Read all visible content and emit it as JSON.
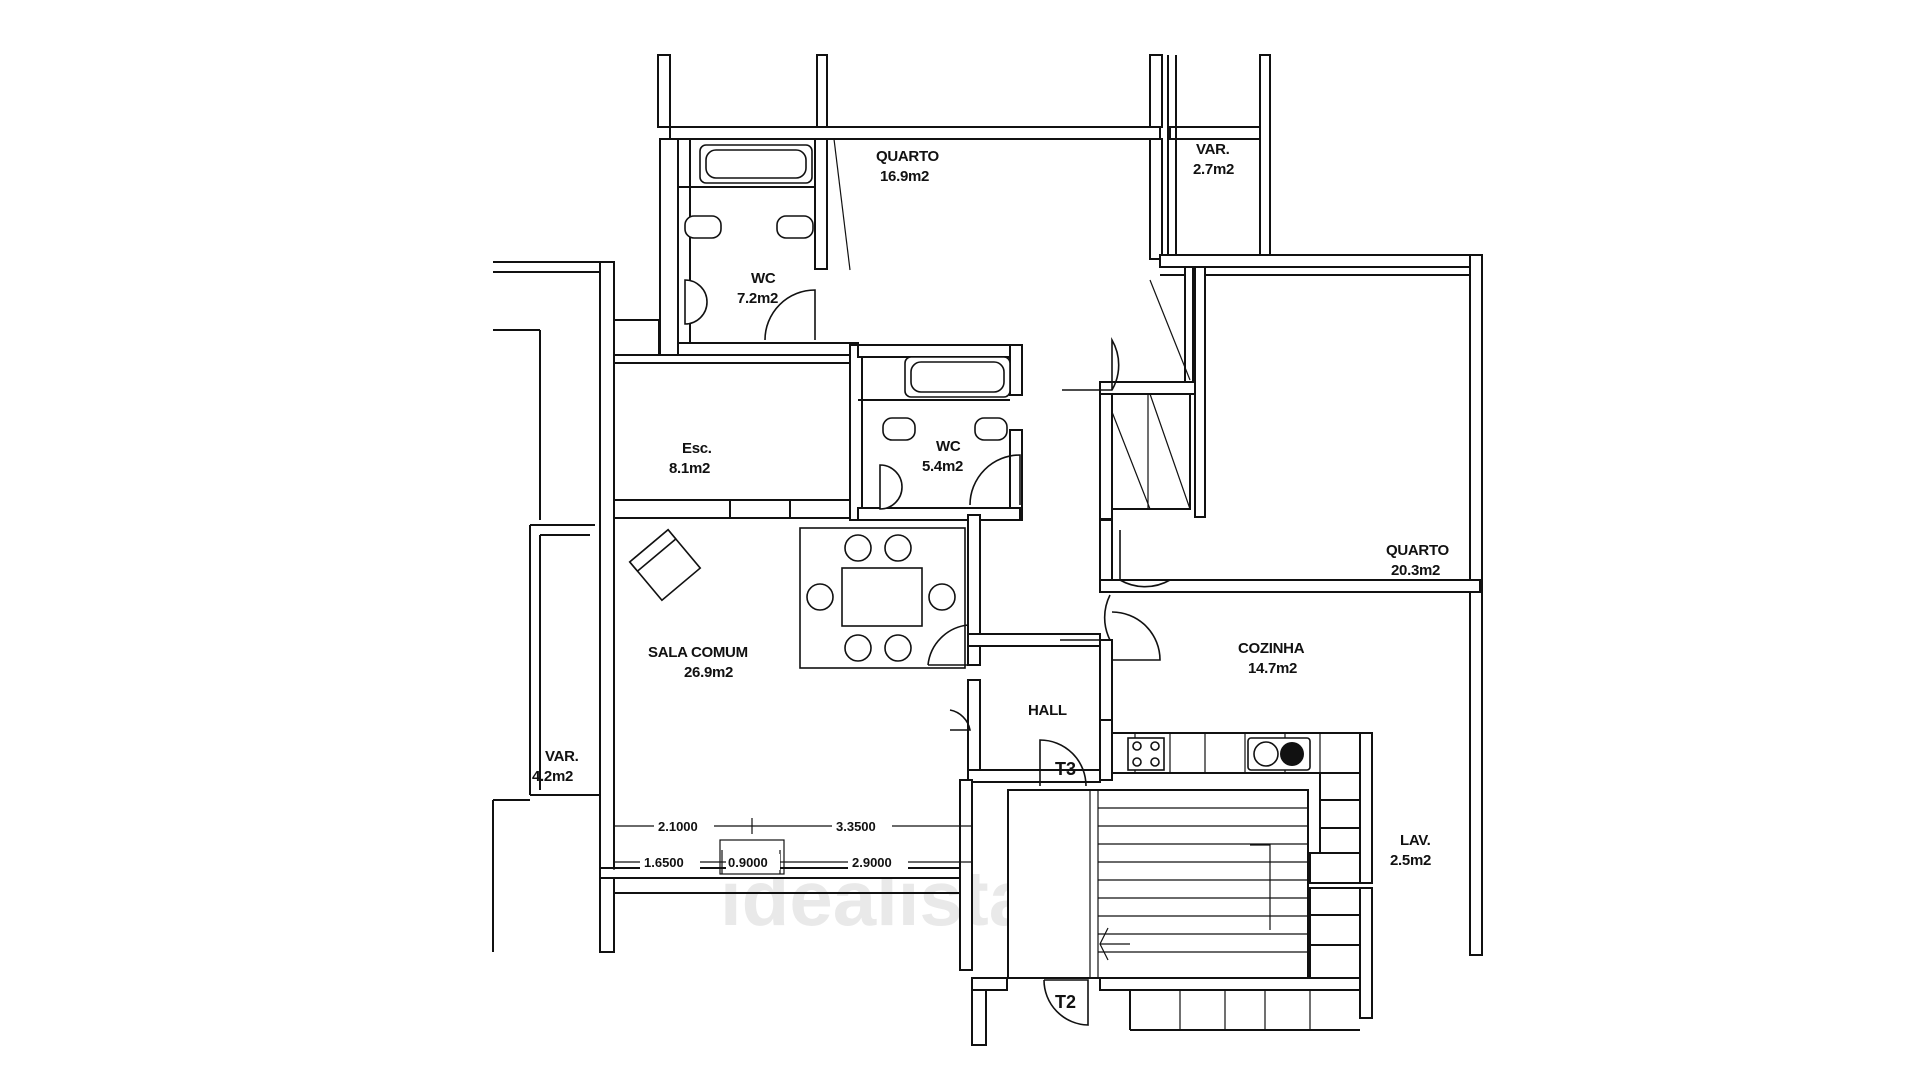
{
  "plan": {
    "rooms": [
      {
        "name": "QUARTO",
        "area": "16.9m2"
      },
      {
        "name": "VAR.",
        "area": "2.7m2"
      },
      {
        "name": "WC",
        "area": "7.2m2"
      },
      {
        "name": "Esc.",
        "area": "8.1m2"
      },
      {
        "name": "WC",
        "area": "5.4m2"
      },
      {
        "name": "QUARTO",
        "area": "20.3m2"
      },
      {
        "name": "SALA COMUM",
        "area": "26.9m2"
      },
      {
        "name": "COZINHA",
        "area": "14.7m2"
      },
      {
        "name": "HALL",
        "area": ""
      },
      {
        "name": "VAR.",
        "area": "4.2m2"
      },
      {
        "name": "LAV.",
        "area": "2.5m2"
      }
    ],
    "dimensions_top": [
      "2.1000",
      "3.3500"
    ],
    "dimensions_bottom": [
      "1.6500",
      "0.9000",
      "2.9000"
    ],
    "tags": [
      "T3",
      "T2"
    ],
    "watermark": "idealista"
  }
}
